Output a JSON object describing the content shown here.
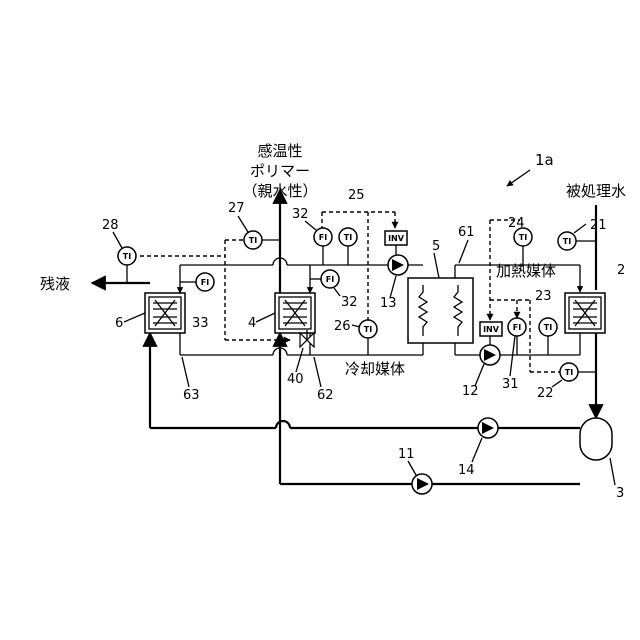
{
  "figure_id": "1a",
  "labels": {
    "polymer_line1": "感温性",
    "polymer_line2": "ポリマー",
    "polymer_line3": "（親水性）",
    "feed_water": "被処理水",
    "residue": "残液",
    "heating_medium": "加熱媒体",
    "cooling_medium": "冷却媒体"
  },
  "instruments": {
    "ti": "TI",
    "fi": "FI",
    "inv": "INV"
  },
  "refs": {
    "r2": "2",
    "r3": "3",
    "r4": "4",
    "r5": "5",
    "r6": "6",
    "r11": "11",
    "r12": "12",
    "r13": "13",
    "r14": "14",
    "r21": "21",
    "r22": "22",
    "r23": "23",
    "r24": "24",
    "r25": "25",
    "r26": "26",
    "r27": "27",
    "r28": "28",
    "r31": "31",
    "r32a": "32",
    "r32b": "32",
    "r33": "33",
    "r40": "40",
    "r61": "61",
    "r62": "62",
    "r63": "63"
  }
}
